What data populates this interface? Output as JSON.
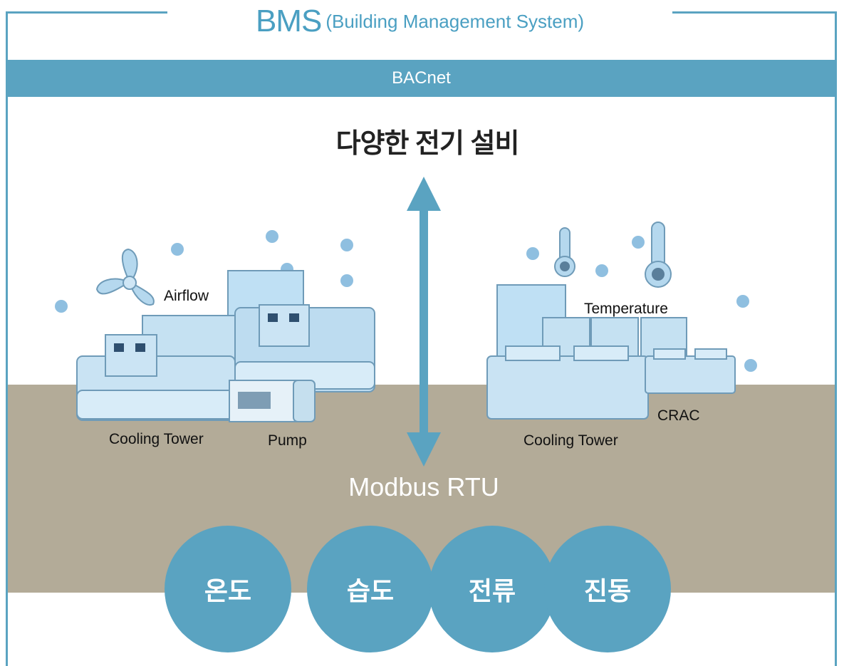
{
  "title": {
    "main": "BMS",
    "sub": "(Building Management System)"
  },
  "protocol_top": "BACnet",
  "center_label": "다양한 전기 설비",
  "protocol_bottom": "Modbus RTU",
  "equipment_labels": {
    "airflow": "Airflow",
    "cooling_tower_left": "Cooling Tower",
    "pump": "Pump",
    "temperature": "Temperature",
    "crac": "CRAC",
    "cooling_tower_right": "Cooling Tower"
  },
  "sensors": [
    "온도",
    "습도",
    "전류",
    "진동"
  ],
  "colors": {
    "accent": "#5aa3c1",
    "ground": "#b3ab98",
    "equipment": "#bfe0f4",
    "dots": "#8fbfe0"
  },
  "icons": [
    "fan-icon",
    "thermometer-icon",
    "double-arrow-icon"
  ]
}
